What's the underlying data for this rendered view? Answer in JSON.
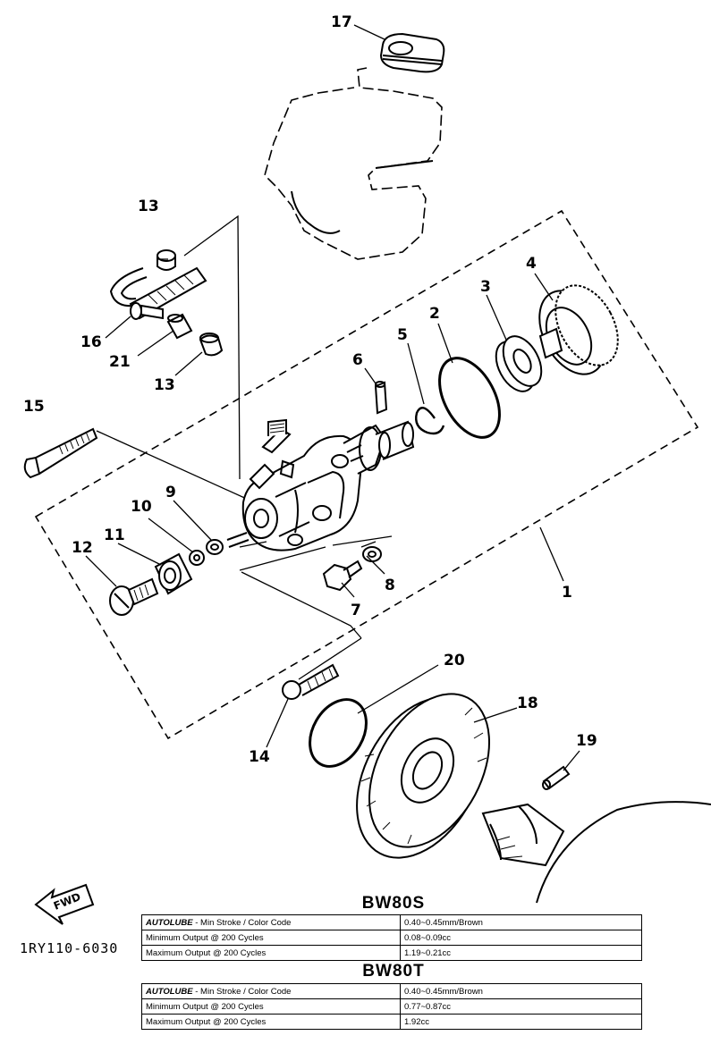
{
  "callouts": [
    "1",
    "2",
    "3",
    "4",
    "5",
    "6",
    "7",
    "8",
    "9",
    "10",
    "11",
    "12",
    "13",
    "13",
    "14",
    "15",
    "16",
    "17",
    "18",
    "19",
    "20",
    "21"
  ],
  "fwd_label": "FWD",
  "diagram_code": "1RY110-6030",
  "spec_tables": [
    {
      "model": "BW80S",
      "rows": [
        {
          "brand": "AUTOLUBE",
          "label": " - Min Stroke / Color Code",
          "value": "0.40~0.45mm/Brown"
        },
        {
          "brand": "",
          "label": "Minimum Output @ 200 Cycles",
          "value": "0.08~0.09cc"
        },
        {
          "brand": "",
          "label": "Maximum Output @ 200 Cycles",
          "value": "1.19~0.21cc"
        }
      ]
    },
    {
      "model": "BW80T",
      "rows": [
        {
          "brand": "AUTOLUBE",
          "label": " - Min Stroke / Color Code",
          "value": "0.40~0.45mm/Brown"
        },
        {
          "brand": "",
          "label": "Minimum Output @ 200 Cycles",
          "value": "0.77~0.87cc"
        },
        {
          "brand": "",
          "label": "Maximum Output @ 200 Cycles",
          "value": "1.92cc"
        }
      ]
    }
  ]
}
